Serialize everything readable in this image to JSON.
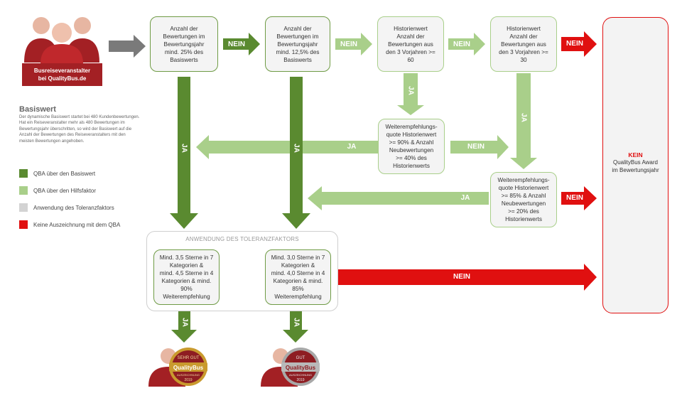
{
  "provider": {
    "label": "Busreiseveranstalter\nbei QualityBus.de"
  },
  "basis": {
    "title": "Basiswert",
    "text": "Der dynamische Basiswert startet bei 480 Kundenbewertungen. Hat ein Reiseveranstalter mehr als 480 Bewertungen im Bewertungsjahr überschritten, so wird der Basiswert auf die Anzahl der Bewertungen des Reiseveranstalters mit den meisten Bewertungen angehoben."
  },
  "legend": [
    {
      "label": "QBA über den Basiswert",
      "color": "#5a8a30"
    },
    {
      "label": "QBA über den Hilfsfaktor",
      "color": "#a9cf8a"
    },
    {
      "label": "Anwendung des Toleranzfaktors",
      "color": "#d3d3d3"
    },
    {
      "label": "Keine Auszeichnung mit dem QBA",
      "color": "#e01010"
    }
  ],
  "boxes": {
    "b1": "Anzahl der\nBewertungen im\nBewertungsjahr\nmind. 25% des\nBasiswerts",
    "b2": "Anzahl der\nBewertungen im\nBewertungsjahr\nmind. 12,5% des\nBasiswerts",
    "b3": "Historienwert\nAnzahl der\nBewertungen aus\nden 3 Vorjahren >=\n60",
    "b4": "Historienwert\nAnzahl der\nBewertungen aus\nden 3 Vorjahren >=\n30",
    "b5": "Weiterempfehlungs-\nquote Historienwert\n>= 90% & Anzahl\nNeubewertungen\n>= 40% des\nHistorienwerts",
    "b6": "Weiterempfehlungs-\nquote Historienwert\n>= 85% & Anzahl\nNeubewertungen\n>= 20% des\nHistorienwerts",
    "t1": "Mind. 3,5 Sterne in 7\nKategorien &\nmind. 4,5 Sterne in 4\nKategorien & mind.\n90%\nWeiterempfehlung",
    "t2": "Mind. 3,0 Sterne in 7\nKategorien &\nmind. 4,0 Sterne in 4\nKategorien & mind.\n85%\nWeiterempfehlung"
  },
  "labels": {
    "nein": "NEIN",
    "ja": "JA"
  },
  "tolerance": {
    "title": "ANWENDUNG DES TOLERANZFAKTORS"
  },
  "kein": {
    "title": "KEIN",
    "text": "QualityBus Award\nim Bewertungsjahr"
  },
  "badges": {
    "gold": {
      "top": "SEHR GUT",
      "brand": "QualityBus",
      "sub": "AUSZEICHNUNG",
      "year": "2019"
    },
    "silver": {
      "top": "GUT",
      "brand": "QualityBus",
      "sub": "AUSZEICHNUNG",
      "year": "2019"
    }
  },
  "colors": {
    "dark_green": "#5a8a30",
    "light_green": "#a9cf8a",
    "grey": "#7a7a7a",
    "red": "#e01010",
    "brand_red": "#a32024"
  }
}
